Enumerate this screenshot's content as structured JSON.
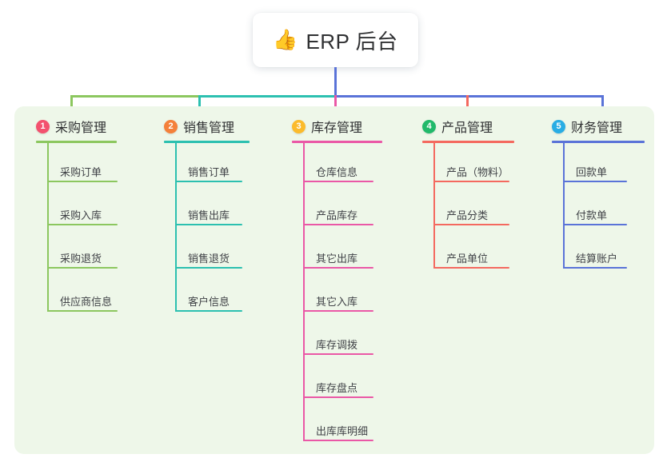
{
  "diagram": {
    "title": {
      "icon": "thumbs-up-icon",
      "emoji": "👍",
      "text": "ERP 后台"
    },
    "panel_color": "#eef7e9",
    "columns": [
      {
        "number": "1",
        "title": "采购管理",
        "badge_color": "#f3516e",
        "line_color": "#8cc75f",
        "items": [
          "采购订单",
          "采购入库",
          "采购退货",
          "供应商信息"
        ]
      },
      {
        "number": "2",
        "title": "销售管理",
        "badge_color": "#f4803a",
        "line_color": "#2cc0b0",
        "items": [
          "销售订单",
          "销售出库",
          "销售退货",
          "客户信息"
        ]
      },
      {
        "number": "3",
        "title": "库存管理",
        "badge_color": "#fbbb2c",
        "line_color": "#ea58a6",
        "items": [
          "仓库信息",
          "产品库存",
          "其它出库",
          "其它入库",
          "库存调拨",
          "库存盘点",
          "出库库明细"
        ]
      },
      {
        "number": "4",
        "title": "产品管理",
        "badge_color": "#21b96a",
        "line_color": "#f4695f",
        "items": [
          "产品（物料）",
          "产品分类",
          "产品单位"
        ]
      },
      {
        "number": "5",
        "title": "财务管理",
        "badge_color": "#29ade4",
        "line_color": "#5a73d8",
        "items": [
          "回款单",
          "付款单",
          "结算账户"
        ]
      }
    ],
    "stem_color": "#5a73d8"
  }
}
